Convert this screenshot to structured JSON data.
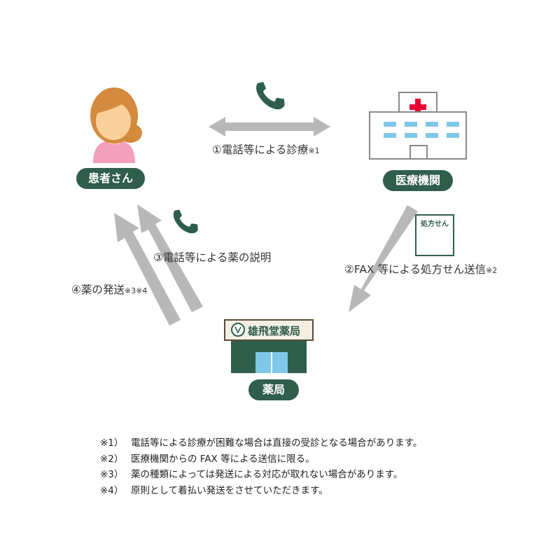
{
  "nodes": {
    "patient": {
      "label": "患者さん"
    },
    "clinic": {
      "label": "医療機関"
    },
    "pharmacy": {
      "label": "薬局",
      "sign": "雄飛堂薬局"
    }
  },
  "prescription_doc": {
    "label": "処方せん"
  },
  "flows": {
    "consult": {
      "text": "①電話等による診療",
      "note": "※1"
    },
    "fax": {
      "text": "②FAX 等による処方せん送信",
      "note": "※2"
    },
    "explain": {
      "text": "③電話等による薬の説明"
    },
    "ship": {
      "text": "④薬の発送",
      "note": "※3※4"
    }
  },
  "notes": [
    {
      "mark": "※1）",
      "text": "電話等による診療が困難な場合は直接の受診となる場合があります。"
    },
    {
      "mark": "※2）",
      "text": "医療機関からの FAX 等による送信に限る。"
    },
    {
      "mark": "※3）",
      "text": "薬の種類によっては発送による対応が取れない場合があります。"
    },
    {
      "mark": "※4）",
      "text": "原則として着払い発送をさせていただきます。"
    }
  ],
  "colors": {
    "pill": "#2f5e4c",
    "arrow": "#b8b8b8",
    "phone": "#2f5e4c",
    "cross": "#e60033",
    "window": "#7fc8e8",
    "skin": "#fcd09a",
    "hair": "#d48b3e",
    "shirt": "#f3a0bd"
  },
  "icons": [
    "phone-icon",
    "patient-avatar-icon",
    "hospital-icon",
    "pharmacy-building-icon",
    "prescription-document-icon"
  ]
}
